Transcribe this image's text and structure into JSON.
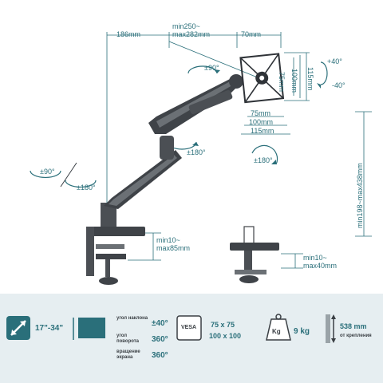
{
  "dimensions": {
    "left_reach": "186mm",
    "mid_reach_line1": "min250~",
    "mid_reach_line2": "max282mm",
    "head_offset": "70mm",
    "vesa_small_v": "75mm",
    "vesa_large_v": "100mm",
    "plate_v": "115mm",
    "vesa_small_h": "75mm",
    "vesa_large_h": "100mm",
    "plate_h": "115mm",
    "height_range": "min198~max438mm",
    "clamp_thickness_line1": "min10~",
    "clamp_thickness_line2": "max85mm",
    "grommet_thickness_line1": "min10~",
    "grommet_thickness_line2": "max40mm"
  },
  "rotations": {
    "head_swivel": "±90°",
    "tilt_up": "+40°",
    "tilt_down": "-40°",
    "arm_swivel": "±180°",
    "screen_rotate": "±180°",
    "base_swivel": "±90°",
    "base_rotate": "±180°"
  },
  "specs": {
    "screen_size": "17\"-34\"",
    "tilt_label": "угол наклона",
    "tilt_value": "±40°",
    "swivel_label": "угол поворота",
    "swivel_value": "360°",
    "rotate_label": "вращение экрана",
    "rotate_value": "360°",
    "vesa_badge": "VESA",
    "vesa_value1": "75 x 75",
    "vesa_value2": "100 x 100",
    "weight_unit": "Kg",
    "weight_value": "9 kg",
    "height_value": "538 mm",
    "height_label": "от крепления"
  },
  "colors": {
    "teal": "#2a6f7a",
    "dark": "#3a3f44",
    "arm": "#4b4f54",
    "band": "#e6eef1"
  },
  "icons": [
    "diagonal-size-icon",
    "monitor-tilt-icon",
    "vesa-icon",
    "weight-icon",
    "height-icon"
  ]
}
